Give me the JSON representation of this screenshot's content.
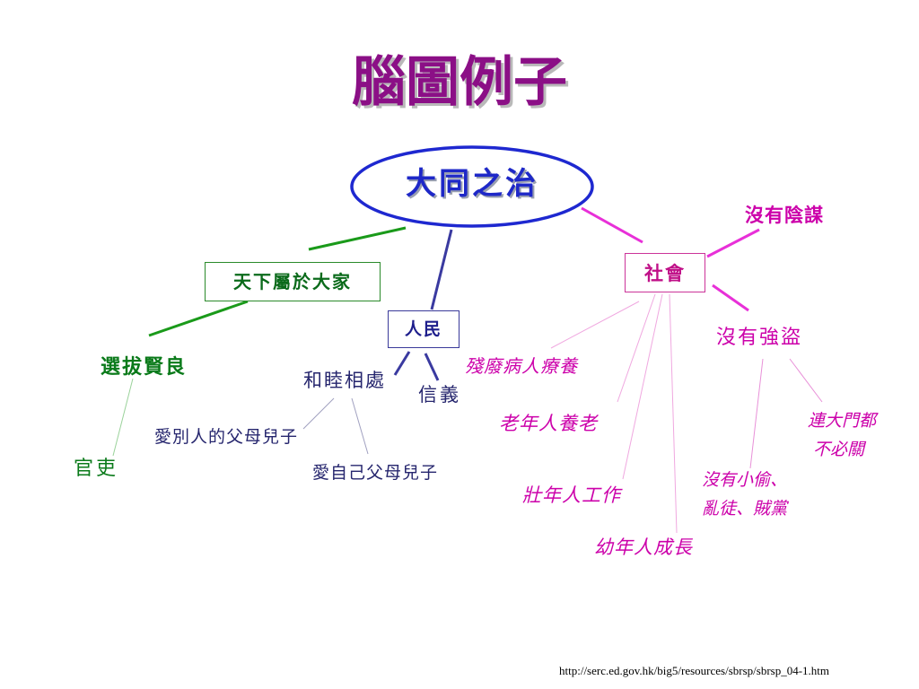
{
  "title": "腦圖例子",
  "center": "大同之治",
  "branches": {
    "world": {
      "label": "天下屬於大家",
      "children": {
        "select_talent": "選拔賢良",
        "officials": "官吏"
      }
    },
    "people": {
      "label": "人民",
      "children": {
        "harmony": "和睦相處",
        "love_others": "愛別人的父母兒子",
        "love_own": "愛自己父母兒子",
        "trust": "信義"
      }
    },
    "society": {
      "label": "社會",
      "children": {
        "no_conspiracy": "沒有陰謀",
        "no_robbers": "沒有強盜",
        "doors_unlocked_1": "連大門都",
        "doors_unlocked_2": "不必關",
        "no_thieves_1": "沒有小偷、",
        "no_thieves_2": "亂徒、賊黨",
        "disabled_cared": "殘廢病人療養",
        "elderly": "老年人養老",
        "adults_work": "壯年人工作",
        "youth_grow": "幼年人成長"
      }
    }
  },
  "source_url": "http://serc.ed.gov.hk/big5/resources/sbrsp/sbrsp_04-1.htm",
  "colors": {
    "title": "#8b0f86",
    "center": "#1e28c8",
    "world": "#0a7a1a",
    "people": "#26266e",
    "society": "#cc00aa"
  }
}
